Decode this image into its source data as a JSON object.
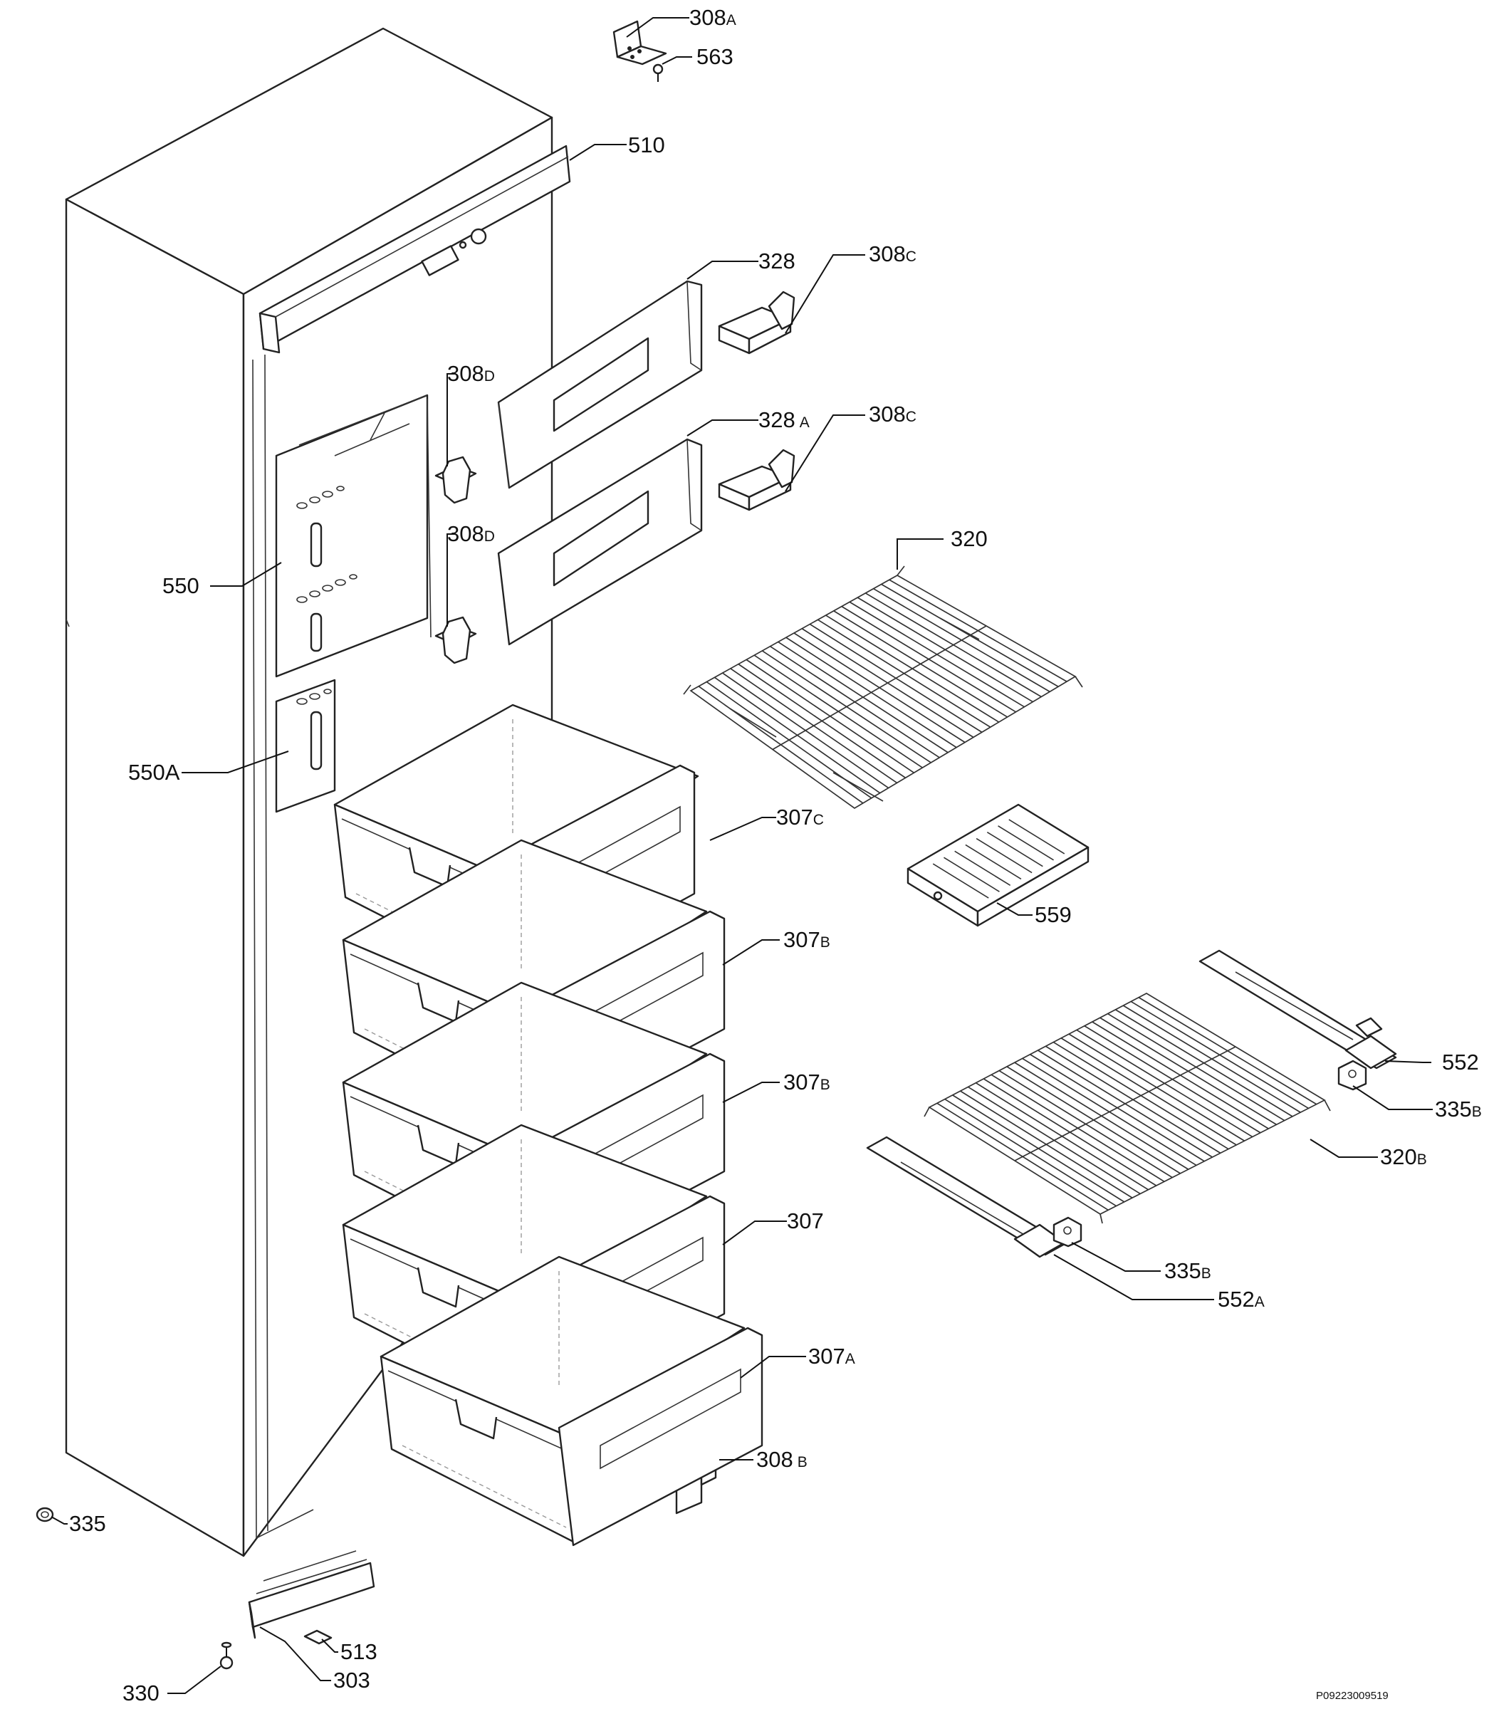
{
  "labels": {
    "l308a": {
      "num": "308",
      "suf": "A"
    },
    "l563": {
      "num": "563"
    },
    "l510": {
      "num": "510"
    },
    "l328": {
      "num": "328"
    },
    "l308c_1": {
      "num": "308",
      "suf": "C"
    },
    "l308d_1": {
      "num": "308",
      "suf": "D"
    },
    "l328a": {
      "num": "328",
      "suf": "A"
    },
    "l308c_2": {
      "num": "308",
      "suf": "C"
    },
    "l308d_2": {
      "num": "308",
      "suf": "D"
    },
    "l320": {
      "num": "320"
    },
    "l550": {
      "num": "550"
    },
    "l550a": {
      "num": "550A"
    },
    "l307c": {
      "num": "307",
      "suf": "C"
    },
    "l559": {
      "num": "559"
    },
    "l307b_1": {
      "num": "307",
      "suf": "B"
    },
    "l552": {
      "num": "552"
    },
    "l335b_1": {
      "num": "335",
      "suf": "B"
    },
    "l307b_2": {
      "num": "307",
      "suf": "B"
    },
    "l320b": {
      "num": "320",
      "suf": "B"
    },
    "l307": {
      "num": "307"
    },
    "l335b_2": {
      "num": "335",
      "suf": "B"
    },
    "l552a": {
      "num": "552",
      "suf": "A"
    },
    "l307a": {
      "num": "307",
      "suf": "A"
    },
    "l308b": {
      "num": "308",
      "suf": "B"
    },
    "l335": {
      "num": "335"
    },
    "l513": {
      "num": "513"
    },
    "l303": {
      "num": "303"
    },
    "l330": {
      "num": "330"
    }
  },
  "drawing_reference": "P09223009519"
}
